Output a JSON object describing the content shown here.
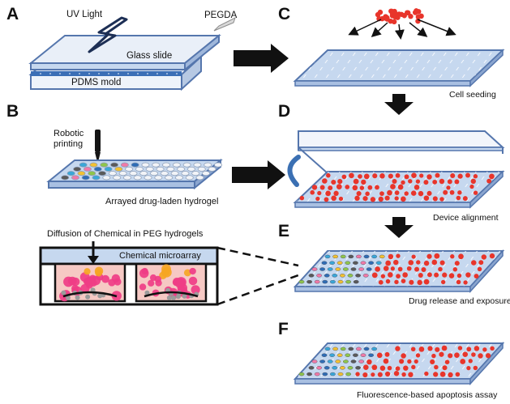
{
  "panels": {
    "A": {
      "label": "A",
      "uv": "UV  Light",
      "pegda": "PEGDA",
      "glass": "Glass slide",
      "pdms": "PDMS mold"
    },
    "B": {
      "label": "B",
      "robotic": "Robotic printing",
      "arrayed": "Arrayed drug-laden hydrogel"
    },
    "inset": {
      "title": "Diffusion of Chemical in PEG hydrogels",
      "microarray": "Chemical microarray"
    },
    "C": {
      "label": "C",
      "caption": "Cell seeding"
    },
    "D": {
      "label": "D",
      "caption": "Device alignment"
    },
    "E": {
      "label": "E",
      "caption": "Drug release and exposure"
    },
    "F": {
      "label": "F",
      "caption": "Fluorescence-based  apoptosis assay"
    }
  },
  "colors": {
    "slide_fill": "#c6d8ef",
    "slide_edge": "#5576ad",
    "cell_red": "#e8352b",
    "pink": "#ef3d86",
    "inset_bg": "#f6c9c4",
    "inset_header": "#c6d8ef",
    "arrow": "#000000",
    "dot_colors": [
      "#3aa7d8",
      "#f2c132",
      "#8fc54b",
      "#5a5a5a",
      "#f07aa7",
      "#2f6db5"
    ]
  },
  "icons": [
    "lightning-bolt-icon",
    "pipette-icon",
    "print-nozzle-icon",
    "curved-arrow-icon"
  ]
}
